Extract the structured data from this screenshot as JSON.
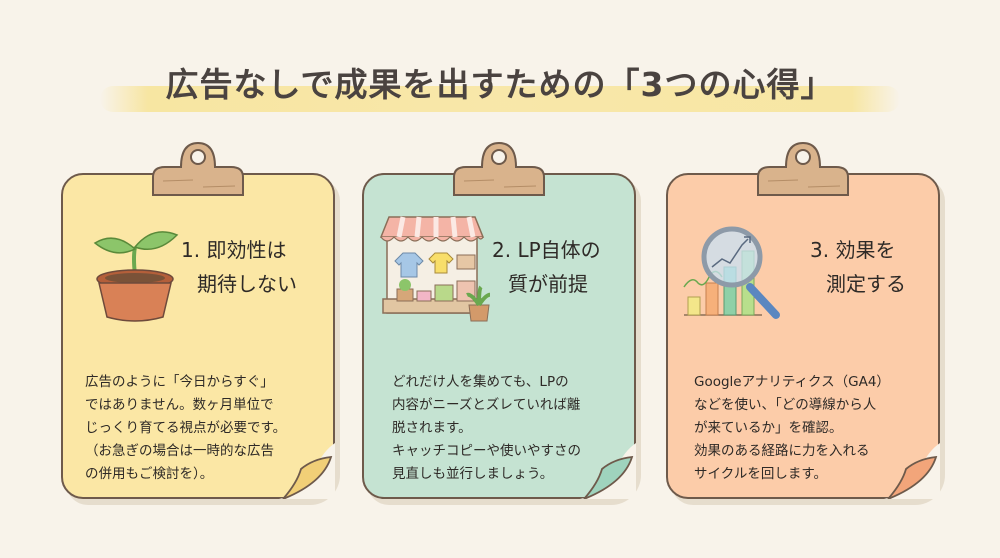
{
  "header": {
    "title": "広告なしで成果を出すための「3つの心得」"
  },
  "colors": {
    "background": "#f8f3ea",
    "title_highlight": "#f7e49a",
    "card1_bg": "#fbe7a5",
    "card2_bg": "#c5e3d2",
    "card3_bg": "#fccca9",
    "clip": "#d9b38c",
    "outline": "#6e5a4b"
  },
  "cards": [
    {
      "icon": "potted-sprout-icon",
      "title_line1": "1. 即効性は",
      "title_line2": "期待しない",
      "body": [
        "広告のように「今日からすぐ」",
        "ではありません。数ヶ月単位で",
        "じっくり育てる視点が必要です。",
        "（お急ぎの場合は一時的な広告",
        "の併用もご検討を）。"
      ]
    },
    {
      "icon": "storefront-icon",
      "title_line1": "2. LP自体の",
      "title_line2": "質が前提",
      "body": [
        "どれだけ人を集めても、LPの",
        "内容がニーズとズレていれば離",
        "脱されます。",
        "キャッチコピーや使いやすさの",
        "見直しも並行しましょう。"
      ]
    },
    {
      "icon": "magnifier-chart-icon",
      "title_line1": "3. 効果を",
      "title_line2": "測定する",
      "body": [
        "Googleアナリティクス（GA4）",
        "などを使い、「どの導線から人",
        "が来ているか」を確認。",
        "効果のある経路に力を入れる",
        "サイクルを回します。"
      ]
    }
  ]
}
